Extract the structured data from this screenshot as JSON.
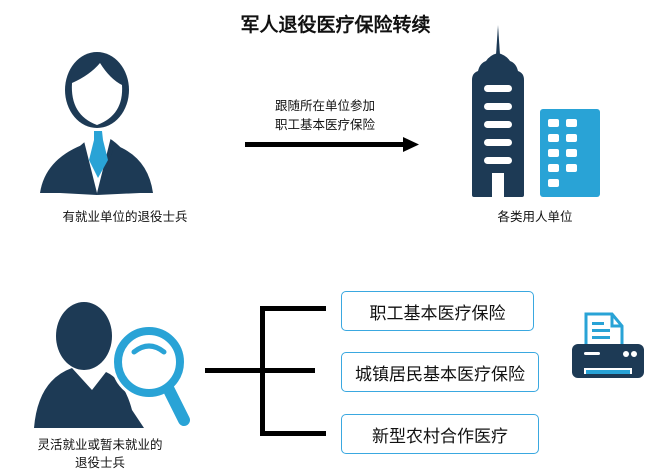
{
  "title": "军人退役医疗保险转续",
  "top": {
    "employed_label": "有就业单位的退役士兵",
    "arrow_text": [
      "跟随所在单位参加",
      "职工基本医疗保险"
    ],
    "employer_label": "各类用人单位"
  },
  "bottom": {
    "flexible_label": [
      "灵活就业或暂未就业的",
      "退役士兵"
    ],
    "options": [
      "职工基本医疗保险",
      "城镇居民基本医疗保险",
      "新型农村合作医疗"
    ]
  },
  "colors": {
    "dark": "#1d3a55",
    "blue": "#29a3d6",
    "border": "#3aa8e0"
  }
}
